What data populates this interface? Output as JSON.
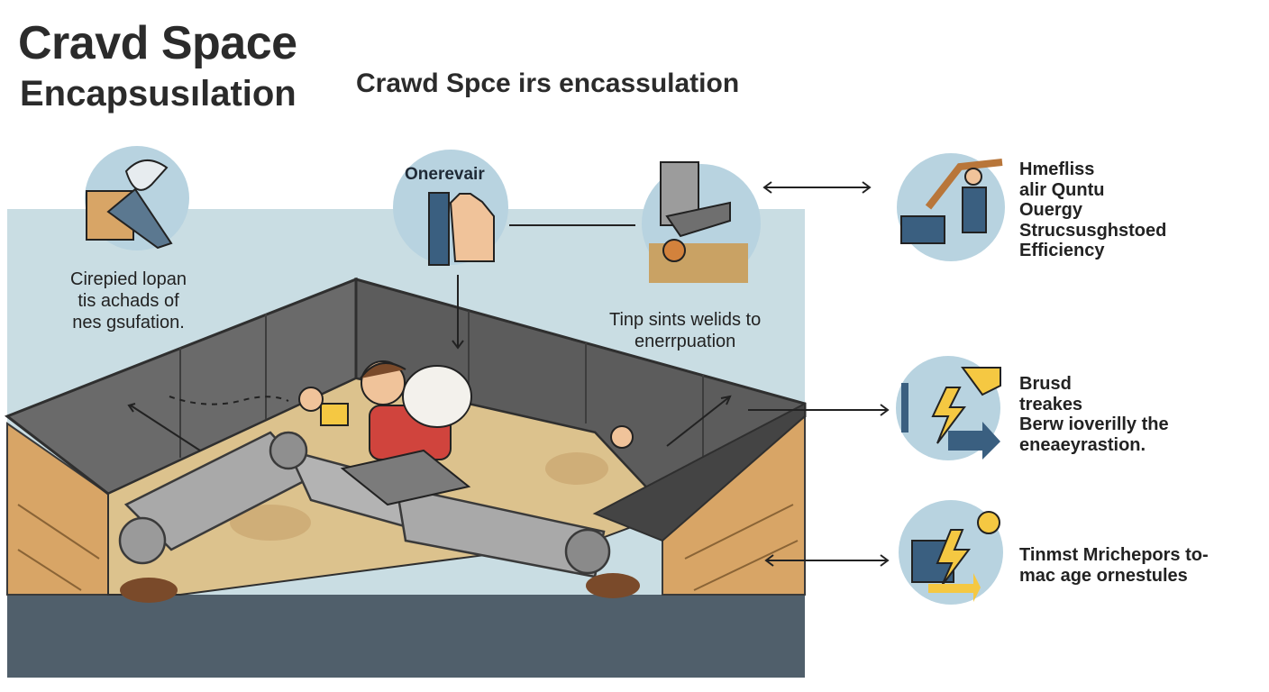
{
  "title": {
    "line1": "Cravd Space",
    "line2": "Encapsusılation"
  },
  "subtitle": "Crawd Spce irs encassulation",
  "callouts": {
    "left": [
      "Cirepied lopan",
      "tis achads of",
      "nes gsufation."
    ],
    "top_circle": "Onerevair",
    "mid": [
      "Tinp sints welids to",
      "enerrpuation"
    ]
  },
  "panels": [
    {
      "lines": [
        "Hmefliss",
        "alir Quntu",
        "Ouergy",
        "Strucsusghstoed",
        "Efficiency"
      ]
    },
    {
      "lines": [
        "Brusd",
        "treakes",
        "Berw ioverilly the",
        "eneaeyrastion."
      ]
    },
    {
      "lines": [
        "Tinmst Mrichepors to-",
        "mac age ornestules"
      ]
    }
  ],
  "colors": {
    "sky": "#c9dde3",
    "circle": "#b8d3e0",
    "floor": "#dcc28d",
    "wall": "#5e5e5e",
    "soil": "#d8a566",
    "ground": "#505f6b",
    "pipe": "#a9a9a9",
    "accent_yellow": "#f5c842",
    "accent_blue": "#3a5f80"
  }
}
